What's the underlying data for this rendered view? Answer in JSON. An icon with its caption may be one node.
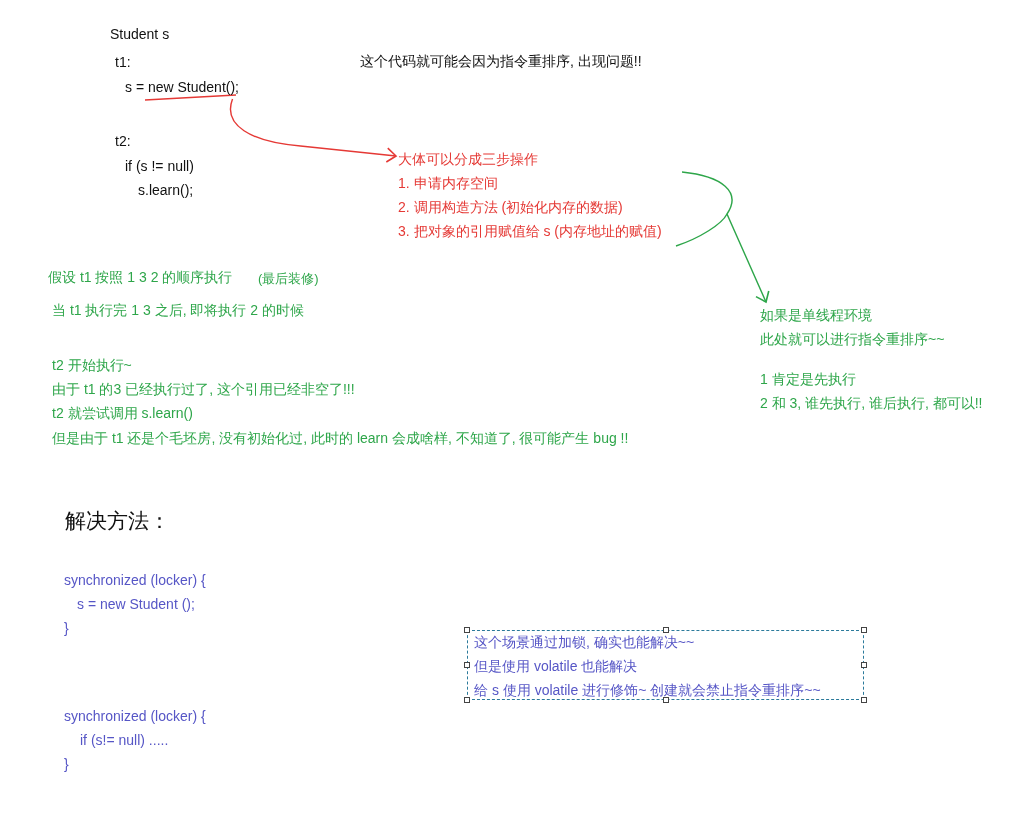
{
  "diagram": {
    "nodes": [
      {
        "text": [
          "s = new Student();"
        ]
      },
      {
        "text": [
          "大体可以分成三步操作",
          "1. 申请内存空间",
          "2. 调用构造方法 (初始化内存的数据)",
          "3. 把对象的引用赋值给 s (内存地址的赋值)"
        ]
      },
      {
        "text": [
          "如果是单线程环境",
          "此处就可以进行指令重排序~~",
          "1 肯定是先执行",
          "2 和 3, 谁先执行, 谁后执行, 都可以!!"
        ]
      },
      {
        "text": [
          "这个场景通过加锁, 确实也能解决~~",
          "但是使用 volatile 也能解决",
          "给 s 使用 volatile 进行修饰~ 创建就会禁止指令重排序~~"
        ]
      }
    ],
    "edges": [
      {
        "from": 0,
        "to": 1,
        "arrow": "to",
        "color": "#e53935"
      },
      {
        "from": 1,
        "to": 2,
        "arrow": "to",
        "color": "#2ea64a"
      }
    ],
    "labels": [
      "Student s",
      "t1:",
      "t2:",
      "if (s != null)",
      "s.learn();",
      "这个代码就可能会因为指令重排序, 出现问题!!",
      "假设 t1 按照 1 3 2 的顺序执行",
      "(最后装修)",
      "当 t1 执行完 1 3 之后, 即将执行 2 的时候",
      "t2 开始执行~",
      "由于 t1 的3 已经执行过了, 这个引用已经非空了!!!",
      "t2 就尝试调用 s.learn()",
      "但是由于 t1 还是个毛坯房, 没有初始化过, 此时的 learn 会成啥样, 不知道了, 很可能产生 bug !!",
      "解决方法：",
      "synchronized (locker) {",
      "s = new Student ();",
      "}",
      "synchronized (locker) {",
      "if (s!= null) .....",
      "}"
    ]
  }
}
